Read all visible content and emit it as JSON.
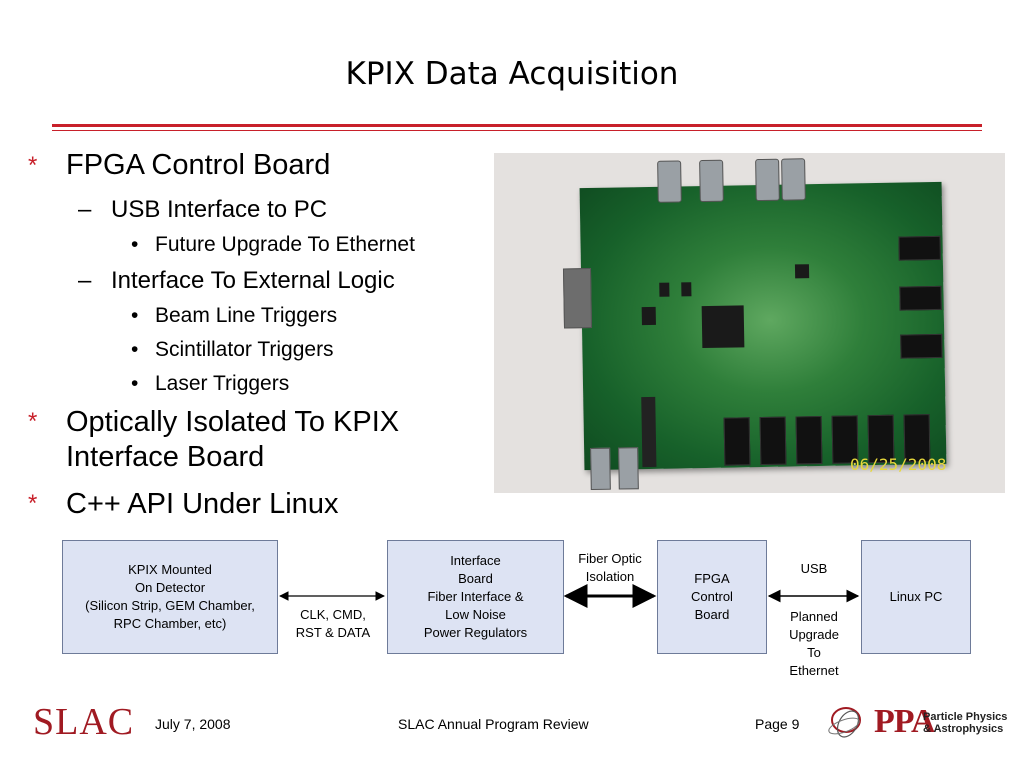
{
  "slide": {
    "title": "KPIX Data Acquisition",
    "bullets": [
      {
        "text": "FPGA Control Board"
      },
      {
        "text": "Optically Isolated To KPIX Interface Board"
      },
      {
        "text": "C++ API Under Linux"
      }
    ],
    "sub": {
      "usb": "USB Interface to PC",
      "future": "Future Upgrade To Ethernet",
      "ext": "Interface To External Logic",
      "beam": "Beam Line Triggers",
      "scint": "Scintillator Triggers",
      "laser": "Laser Triggers"
    },
    "bullet_markers": {
      "star": "*",
      "dash": "–",
      "dot": "•"
    },
    "optical_line1": "Optically Isolated To KPIX",
    "optical_line2": "Interface Board",
    "photo_date": "06/25/2008"
  },
  "diagram": {
    "kpix": "KPIX Mounted\nOn Detector\n(Silicon Strip, GEM Chamber,\nRPC Chamber, etc)",
    "interface": "Interface\nBoard\nFiber Interface &\nLow Noise\nPower Regulators",
    "fpga": "FPGA\nControl\nBoard",
    "linux": "Linux PC",
    "clk": "CLK, CMD,\nRST & DATA",
    "fiber": "Fiber Optic\nIsolation",
    "usb": "USB",
    "planned": "Planned\nUpgrade\nTo\nEthernet"
  },
  "footer": {
    "logo_text": "SLAC",
    "date": "July 7, 2008",
    "event": "SLAC Annual Program Review",
    "page": "Page 9",
    "ppa": "PPA",
    "ppa_sub1": "Particle Physics",
    "ppa_sub2": "& Astrophysics"
  },
  "colors": {
    "accent": "#c8202a",
    "box_fill": "#dde3f3",
    "box_border": "#6e7b99"
  }
}
